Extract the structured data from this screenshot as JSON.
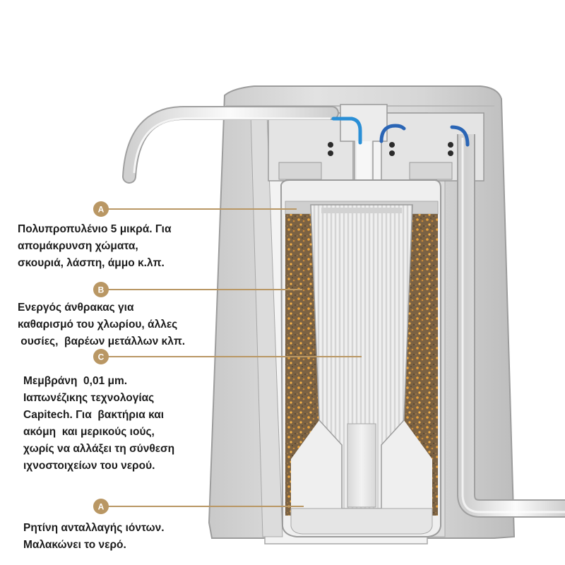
{
  "callouts": [
    {
      "letter": "A",
      "lines": [
        "Πολυπροπυλένιο 5 μικρά. Για",
        "απομάκρυνση  χώματα,",
        "σκουριά, λάσπη, άμμο κ.λπ."
      ]
    },
    {
      "letter": "B",
      "lines": [
        "Ενεργός άνθρακας για",
        "καθαρισμό του χλωρίου, άλλες",
        " ουσίες,  βαρέων μετάλλων κλπ."
      ]
    },
    {
      "letter": "C",
      "lines": [
        "Μεμβράνη  0,01 μm.",
        "Ιαπωνέζικης τεχνολογίας",
        "Capitech. Για  βακτήρια και",
        "ακόμη  και μερικούς ιούς,",
        "χωρίς να αλλάξει τη σύνθεση",
        "ιχνοστοιχείων του νερού."
      ]
    },
    {
      "letter": "A",
      "lines": [
        "Ρητίνη ανταλλαγής ιόντων.",
        "Μαλακώνει το νερό."
      ]
    }
  ],
  "colors": {
    "badge": "#b99764",
    "leader": "#b99764",
    "carbon": "#8a6d45",
    "carbon_dot": "#e2a245",
    "housing": "#d2d2d2",
    "water_flow": "#2a8fd6"
  }
}
